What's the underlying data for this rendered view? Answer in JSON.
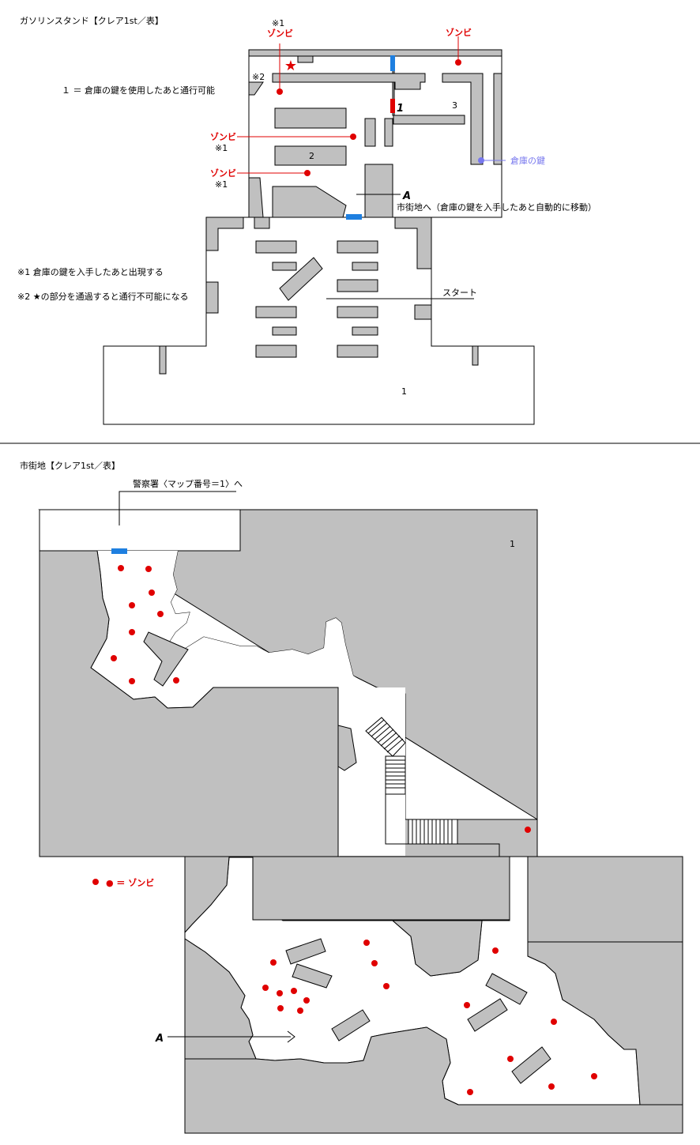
{
  "top_map": {
    "title": "ガソリンスタンド【クレア1st／表】",
    "note_1": "１ ＝ 倉庫の鍵を使用したあと通行可能",
    "note_k1": "※1 倉庫の鍵を入手したあと出現する",
    "note_k2": "※2 ★の部分を通過すると通行不可能になる",
    "zombie_label": "ゾンビ",
    "mark_k1": "※1",
    "mark_k2": "※2",
    "key_label": "倉庫の鍵",
    "to_street_label": "市街地へ（倉庫の鍵を入手したあと自動的に移動）",
    "start_label": "スタート",
    "point_a": "A",
    "door_mark": "1",
    "room_1": "1",
    "room_2": "2",
    "room_3": "3"
  },
  "bottom_map": {
    "title": "市街地【クレア1st／表】",
    "to_police_label": "警察署〈マップ番号＝1〉へ",
    "room_1": "1",
    "legend_label": "● ＝ ゾンビ",
    "point_a": "A"
  },
  "colors": {
    "wall": "#c0c0c0",
    "outline": "#000000",
    "zombie": "#e00000",
    "door_blue": "#1e7fe0",
    "door_red": "#e00000",
    "key": "#7777ee"
  }
}
